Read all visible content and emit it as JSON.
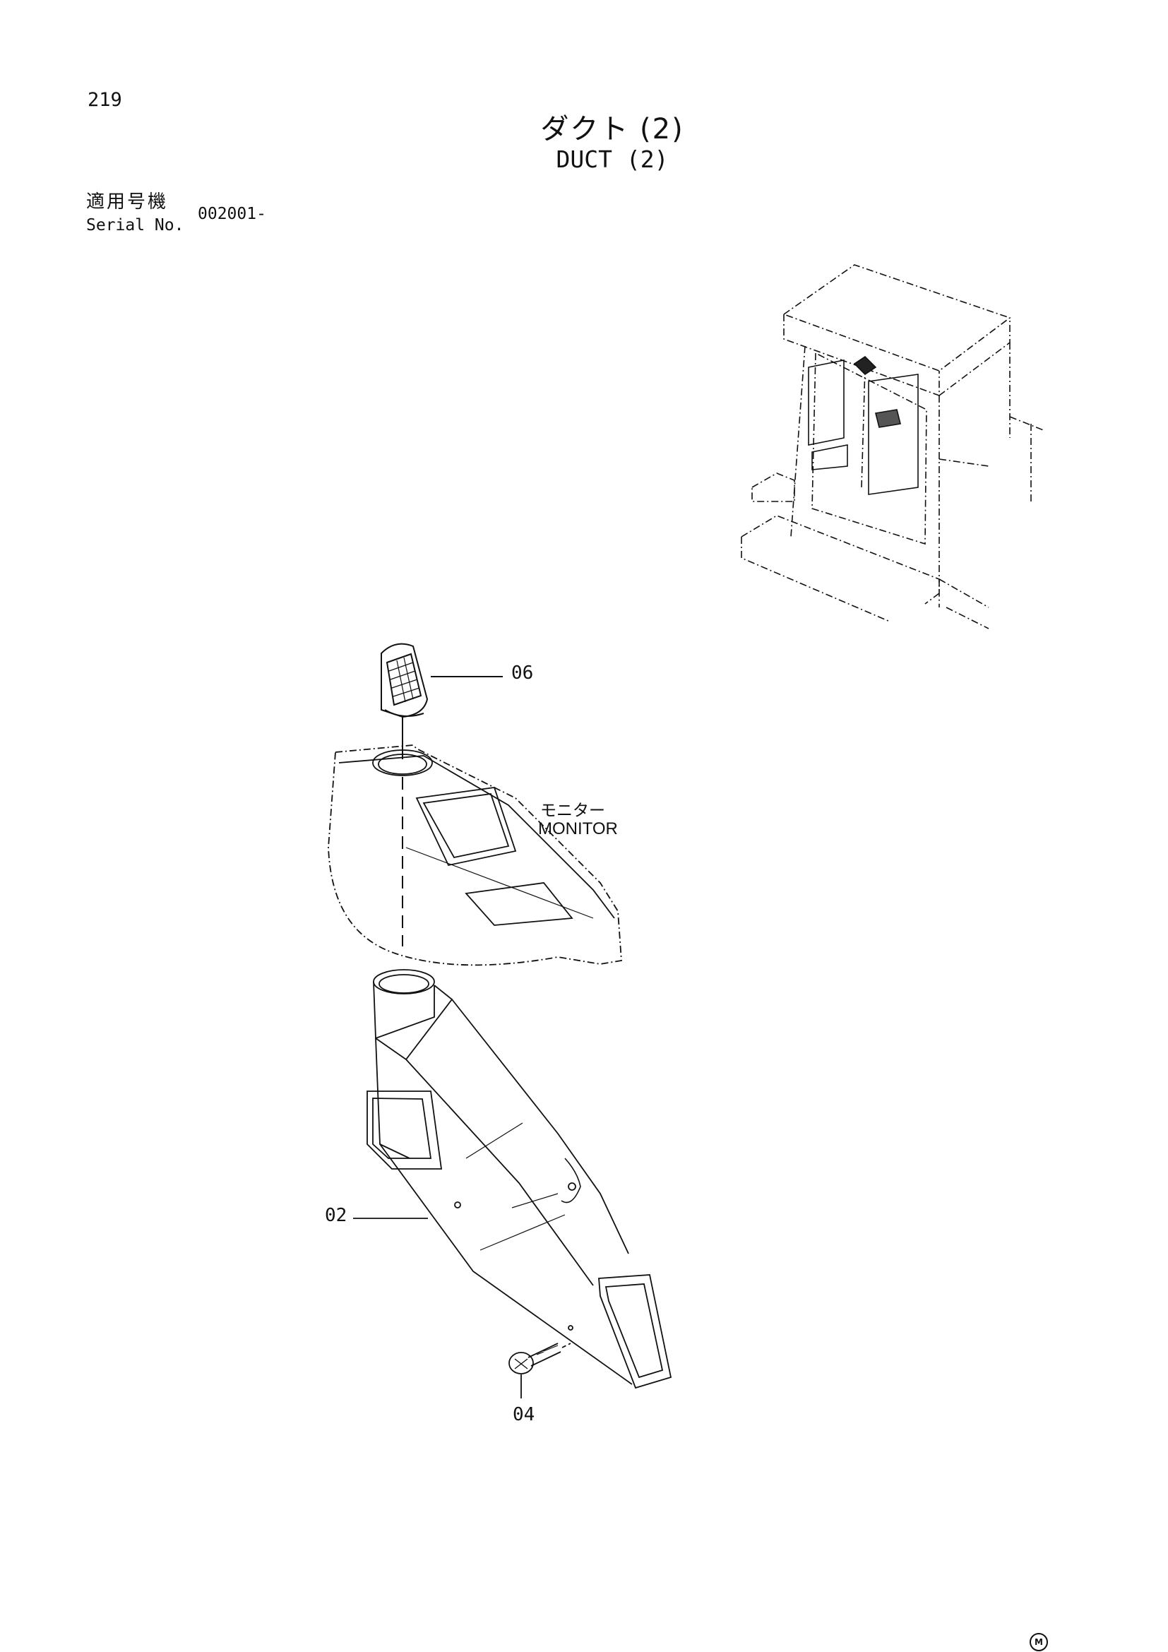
{
  "page_number": "219",
  "title_jp": "ダクト (2)",
  "title_en": "DUCT (2)",
  "serial": {
    "label_jp": "適用号機",
    "label_en": "Serial No.",
    "value": "002001-"
  },
  "callouts": {
    "part_06": "06",
    "part_02": "02",
    "part_04": "04"
  },
  "monitor": {
    "label_jp": "モニター",
    "label_en": "MONITOR"
  },
  "mark": "M"
}
